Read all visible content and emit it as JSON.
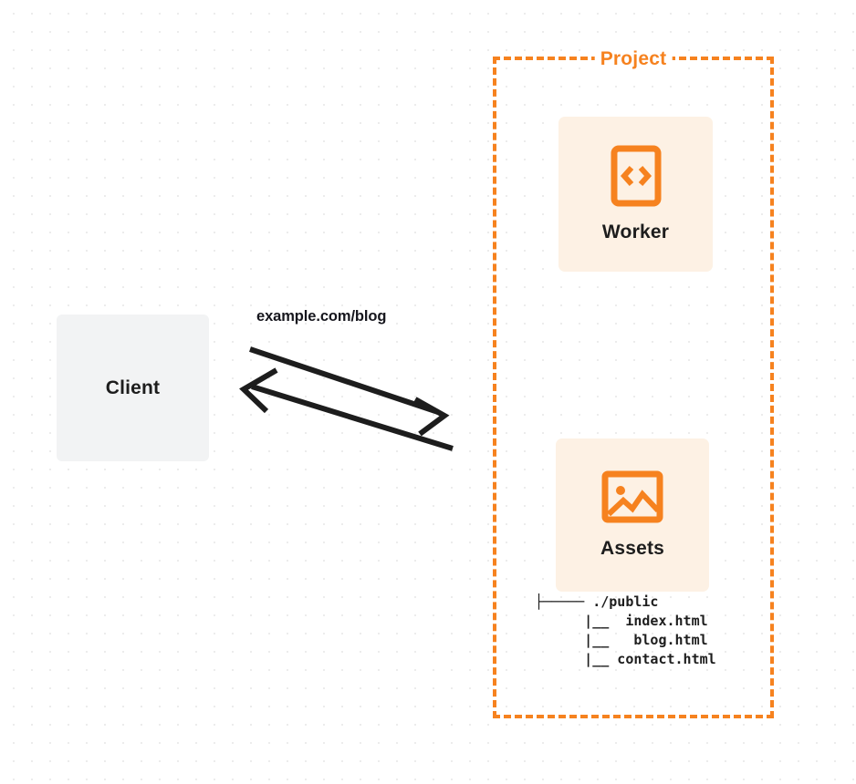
{
  "diagram": {
    "title": "Cloudflare Worker with static assets request flow",
    "colors": {
      "accent_orange": "#f6821f",
      "card_background": "#fdf1e4",
      "client_background": "#f2f3f4",
      "text_dark": "#1d1d1d",
      "canvas_background": "#ffffff",
      "dot_grid": "#ececec"
    }
  },
  "client": {
    "label": "Client",
    "icon": "client-box-icon"
  },
  "connection": {
    "label": "example.com/blog",
    "request_arrow": "arrow-right-icon",
    "response_arrow": "arrow-left-icon"
  },
  "project": {
    "title": "Project",
    "border_style": "dashed",
    "nodes": [
      {
        "id": "worker",
        "label": "Worker",
        "icon": "code-brackets-icon"
      },
      {
        "id": "assets",
        "label": "Assets",
        "icon": "image-picture-icon"
      }
    ],
    "file_tree": {
      "root_connector": "├─────",
      "lines": [
        {
          "prefix": "├───── ",
          "name": "./public"
        },
        {
          "prefix": "      |__  ",
          "name": "index.html"
        },
        {
          "prefix": "      |__   ",
          "name": "blog.html"
        },
        {
          "prefix": "      |__ ",
          "name": "contact.html"
        }
      ],
      "raw": "├───── ./public\n      |__  index.html\n      |__   blog.html\n      |__ contact.html"
    }
  }
}
